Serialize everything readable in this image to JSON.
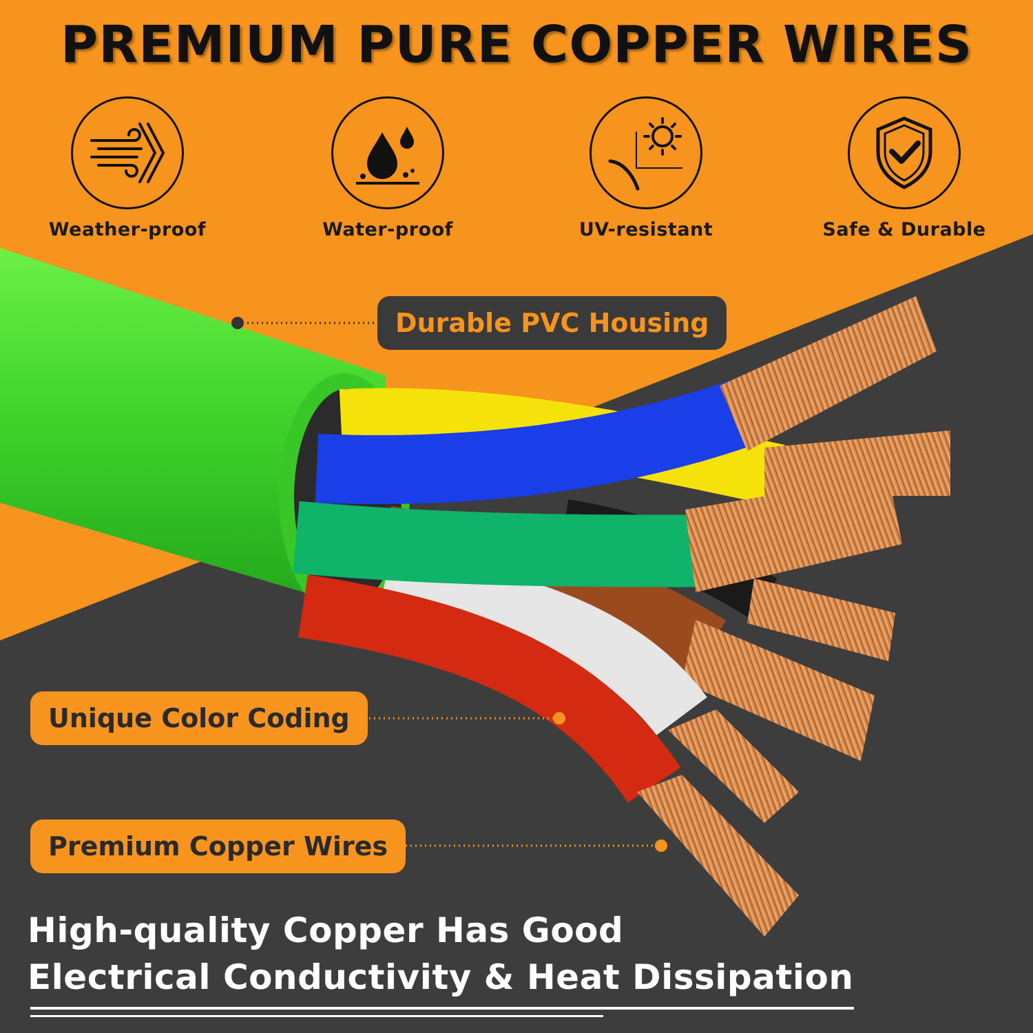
{
  "title": "PREMIUM PURE COPPER WIRES",
  "features": [
    {
      "label": "Weather-proof",
      "icon": "wind-icon"
    },
    {
      "label": "Water-proof",
      "icon": "water-drop-icon"
    },
    {
      "label": "UV-resistant",
      "icon": "sun-uv-icon"
    },
    {
      "label": "Safe & Durable",
      "icon": "shield-check-icon"
    }
  ],
  "callouts": {
    "housing": "Durable PVC Housing",
    "color_coding": "Unique Color Coding",
    "copper": "Premium Copper Wires"
  },
  "bottom": {
    "line1": "High-quality Copper Has Good",
    "line2": "Electrical Conductivity & Heat Dissipation"
  },
  "colors": {
    "orange_bg": "#f7941d",
    "dark_bg": "#3d3d3d",
    "jacket_green": "#3ddc2a",
    "wire_blue": "#1a3ee8",
    "wire_yellow": "#f5e20a",
    "wire_green": "#0fb36a",
    "wire_red": "#d42a12",
    "wire_white": "#e8e8e8",
    "wire_brown": "#9b4a1e",
    "copper": "#d9884a"
  }
}
